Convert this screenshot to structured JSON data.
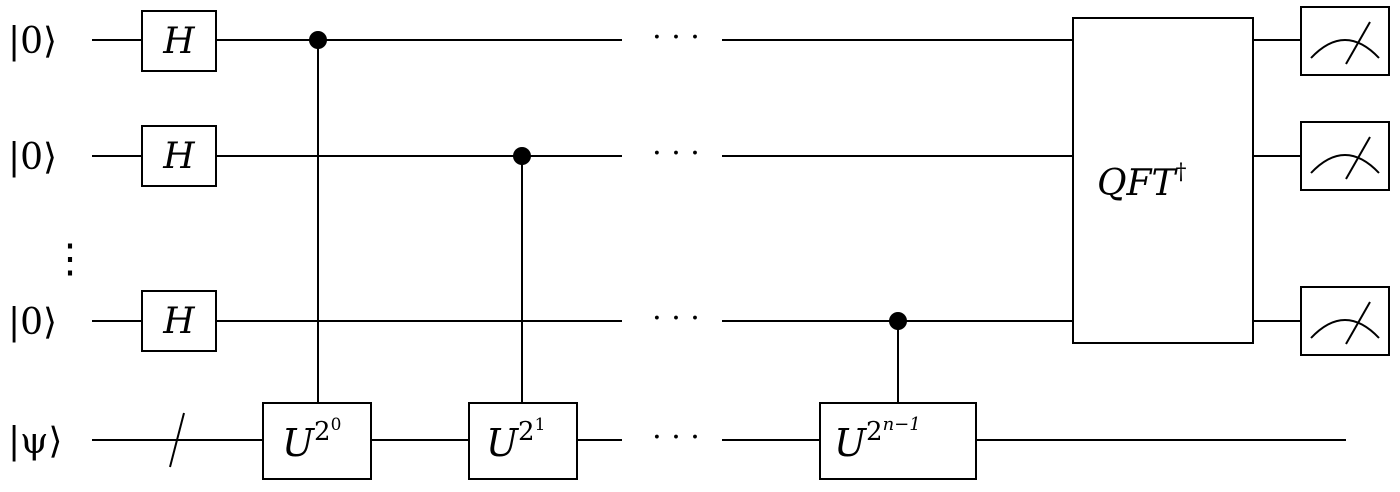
{
  "inputs": {
    "q1": "|0⟩",
    "q2": "|0⟩",
    "q3": "|0⟩",
    "vdots": "⋮",
    "target": "|ψ⟩"
  },
  "gates": {
    "h1": "H",
    "h2": "H",
    "h3": "H",
    "u0_base": "U",
    "u0_exp_base": "2",
    "u0_exp_power": "0",
    "u1_base": "U",
    "u1_exp_base": "2",
    "u1_exp_power": "1",
    "un_base": "U",
    "un_exp_base": "2",
    "un_exp_power": "n−1",
    "qft": "QFT",
    "qft_dagger": "†"
  },
  "ellipsis": {
    "row1": "· · ·",
    "row2": "· · ·",
    "row3": "· · ·",
    "row4": "· · ·"
  },
  "colors": {
    "line": "#000000",
    "background": "#ffffff"
  }
}
